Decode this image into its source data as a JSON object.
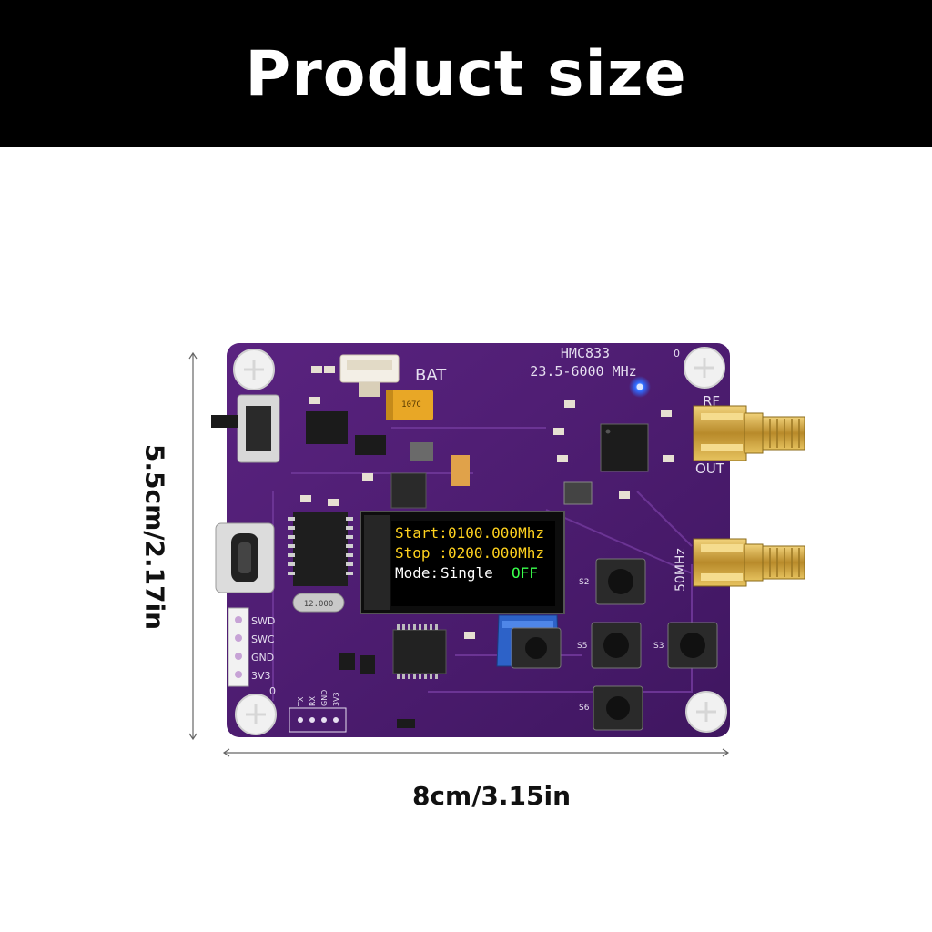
{
  "banner": {
    "title": "Product size"
  },
  "dimensions": {
    "height_label": "5.5cm/2.17in",
    "width_label": "8cm/3.15in"
  },
  "board": {
    "chip_name": "HMC833",
    "freq_range": "23.5-6000 MHz",
    "bat_label": "BAT",
    "rf_label": "RF",
    "out_label": "OUT",
    "mhz_label": "50MHz",
    "pins": [
      "SWD",
      "SWC",
      "GND",
      "3V3"
    ],
    "uart_pins": [
      "TX",
      "RX",
      "GND",
      "3V3"
    ],
    "buttons": [
      "S2",
      "S5",
      "S3",
      "S6"
    ],
    "crystal_label": "12.000",
    "cap_label": "107C",
    "corner_mark": "0"
  },
  "oled": {
    "start_label": "Start:",
    "start_value": "0100.000Mhz",
    "stop_label": "Stop :",
    "stop_value": "0200.000Mhz",
    "mode_label": "Mode:",
    "mode_value": "Single",
    "status": "OFF"
  },
  "colors": {
    "pcb": "#4a1a6e",
    "oled_yellow": "#ffd21e",
    "oled_white": "#ffffff",
    "oled_green": "#39ff4c",
    "led_blue": "#2f6bff",
    "sma_gold": "#c9a23a"
  }
}
